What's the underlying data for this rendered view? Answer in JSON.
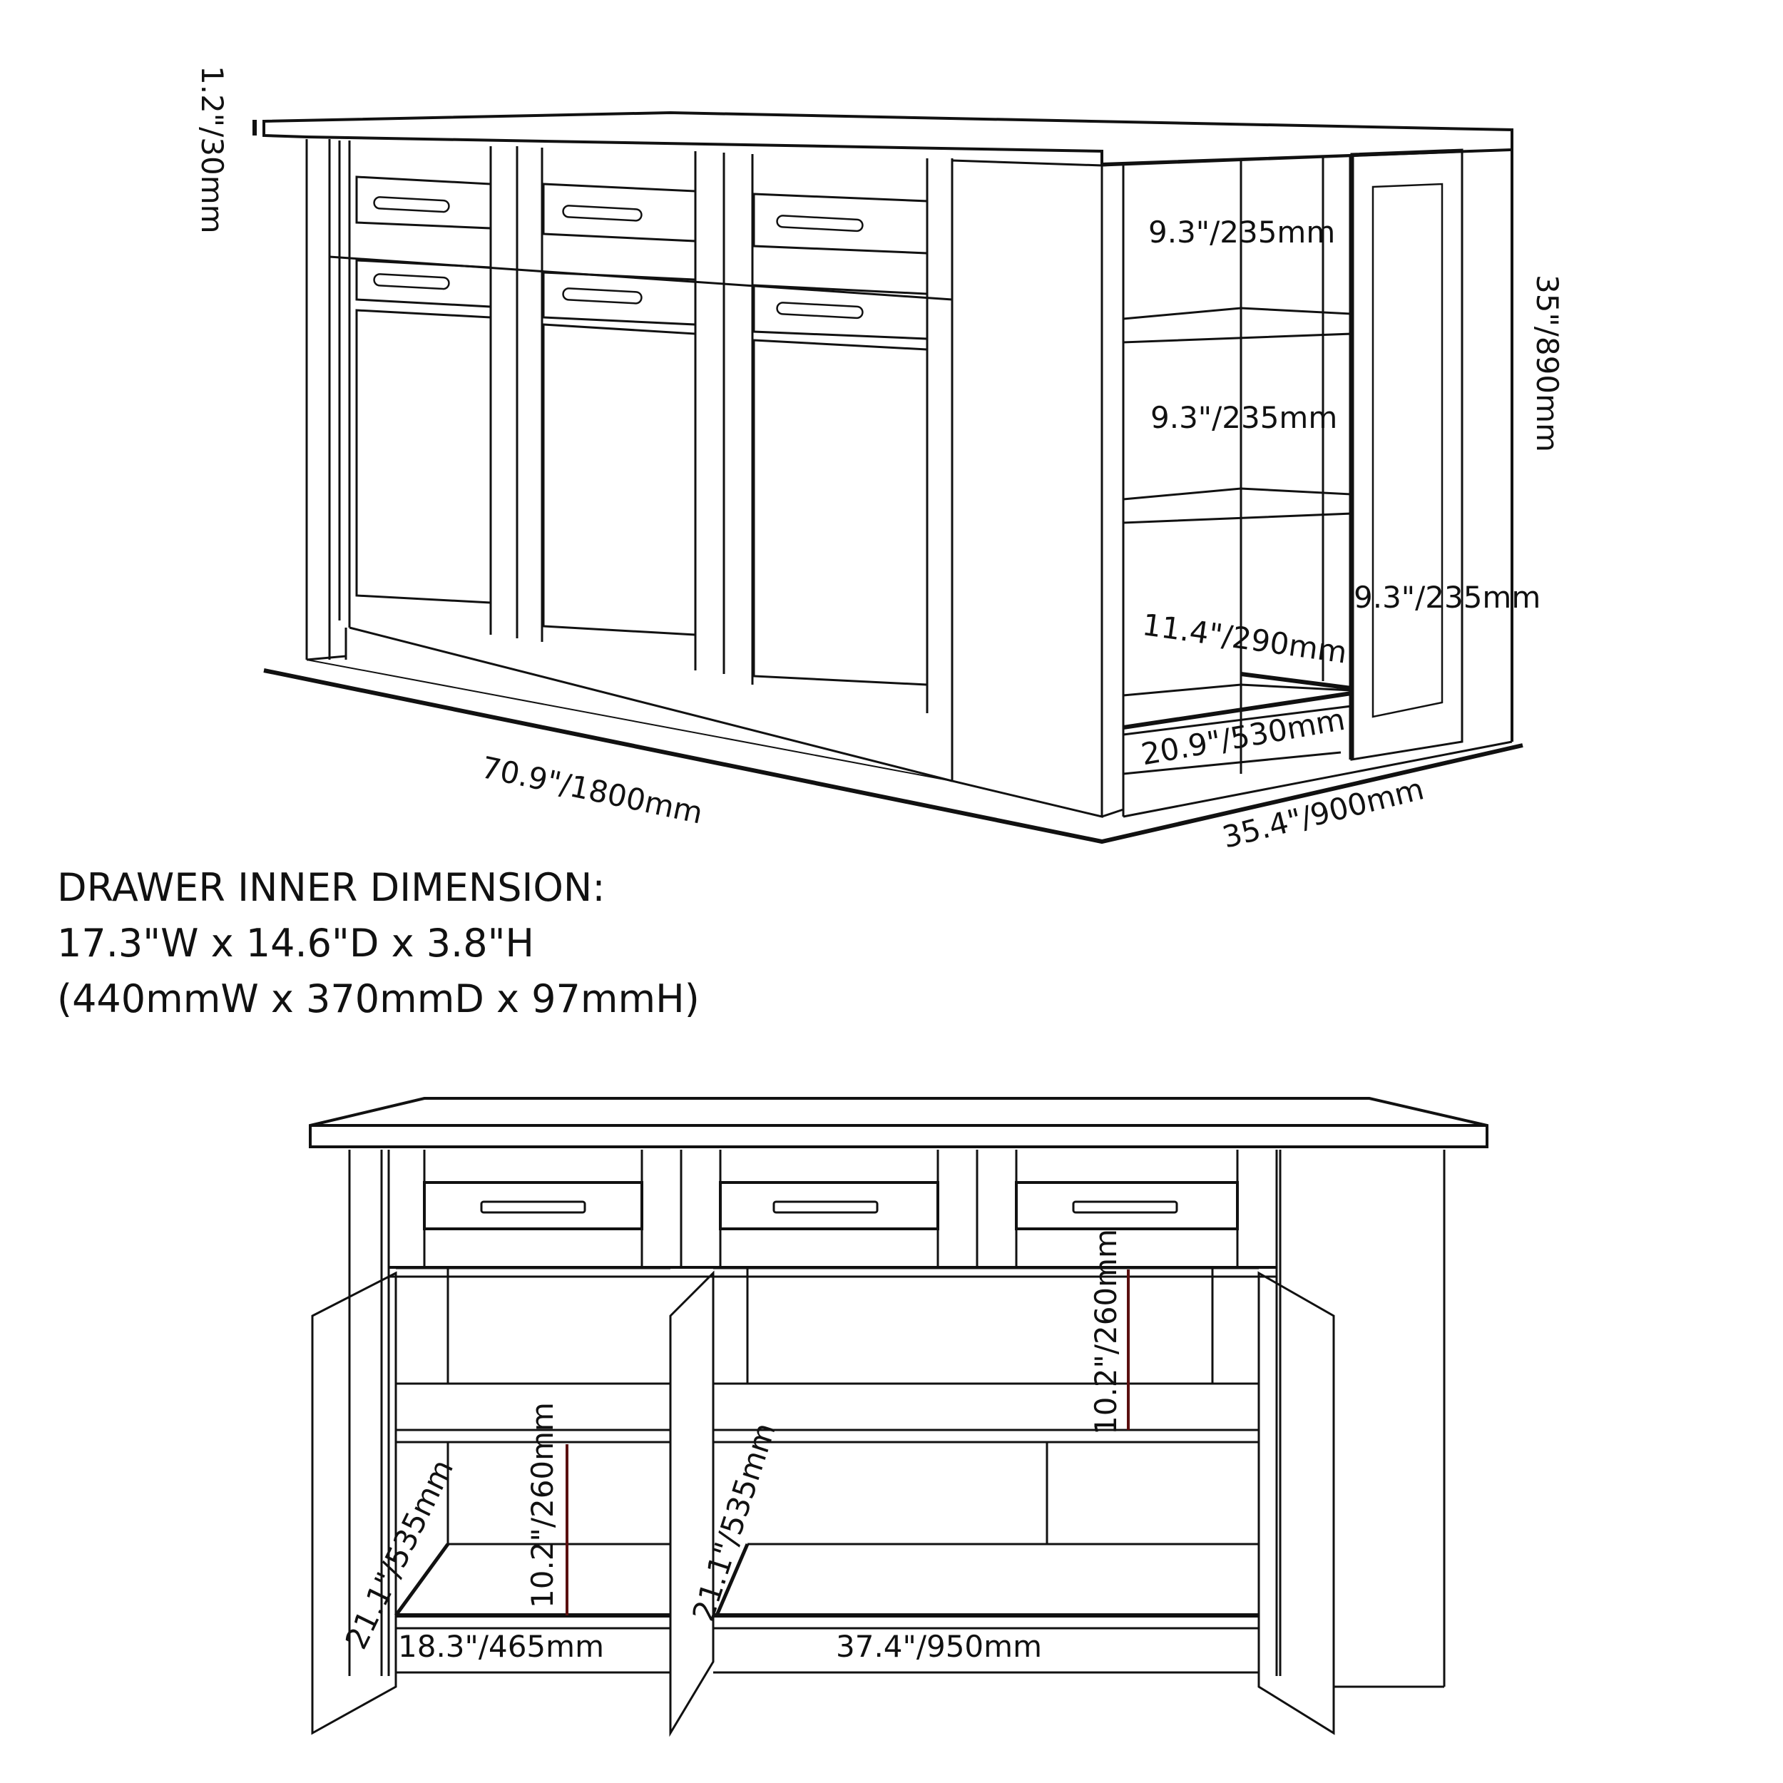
{
  "top_view": {
    "labels": {
      "countertop_thickness": "1.2\"/30mm",
      "total_height": "35\"/890mm",
      "shelf_1_height": "9.3\"/235mm",
      "shelf_2_height": "9.3\"/235mm",
      "shelf_3_height": "11.4\"/290mm",
      "shelf_depth": "20.9\"/530mm",
      "side_panel_width": "9.3\"/235mm",
      "total_width": "70.9\"/1800mm",
      "total_depth": "35.4\"/900mm"
    }
  },
  "drawer_spec": {
    "title": "DRAWER INNER DIMENSION:",
    "imperial": "17.3\"W x 14.6\"D x 3.8\"H",
    "metric": "(440mmW x 370mmD x 97mmH)"
  },
  "front_view": {
    "labels": {
      "left_cabinet_depth": "21.1\"/535mm",
      "left_cabinet_height": "10.2\"/260mm",
      "left_cabinet_width": "18.3\"/465mm",
      "right_cabinet_depth": "21.1\"/535mm",
      "right_cabinet_width": "37.4\"/950mm",
      "right_upper_shelf_height": "10.2\"/260mm"
    }
  },
  "colors": {
    "line": "#111111",
    "dimension_accent": "#5a0f0f"
  }
}
